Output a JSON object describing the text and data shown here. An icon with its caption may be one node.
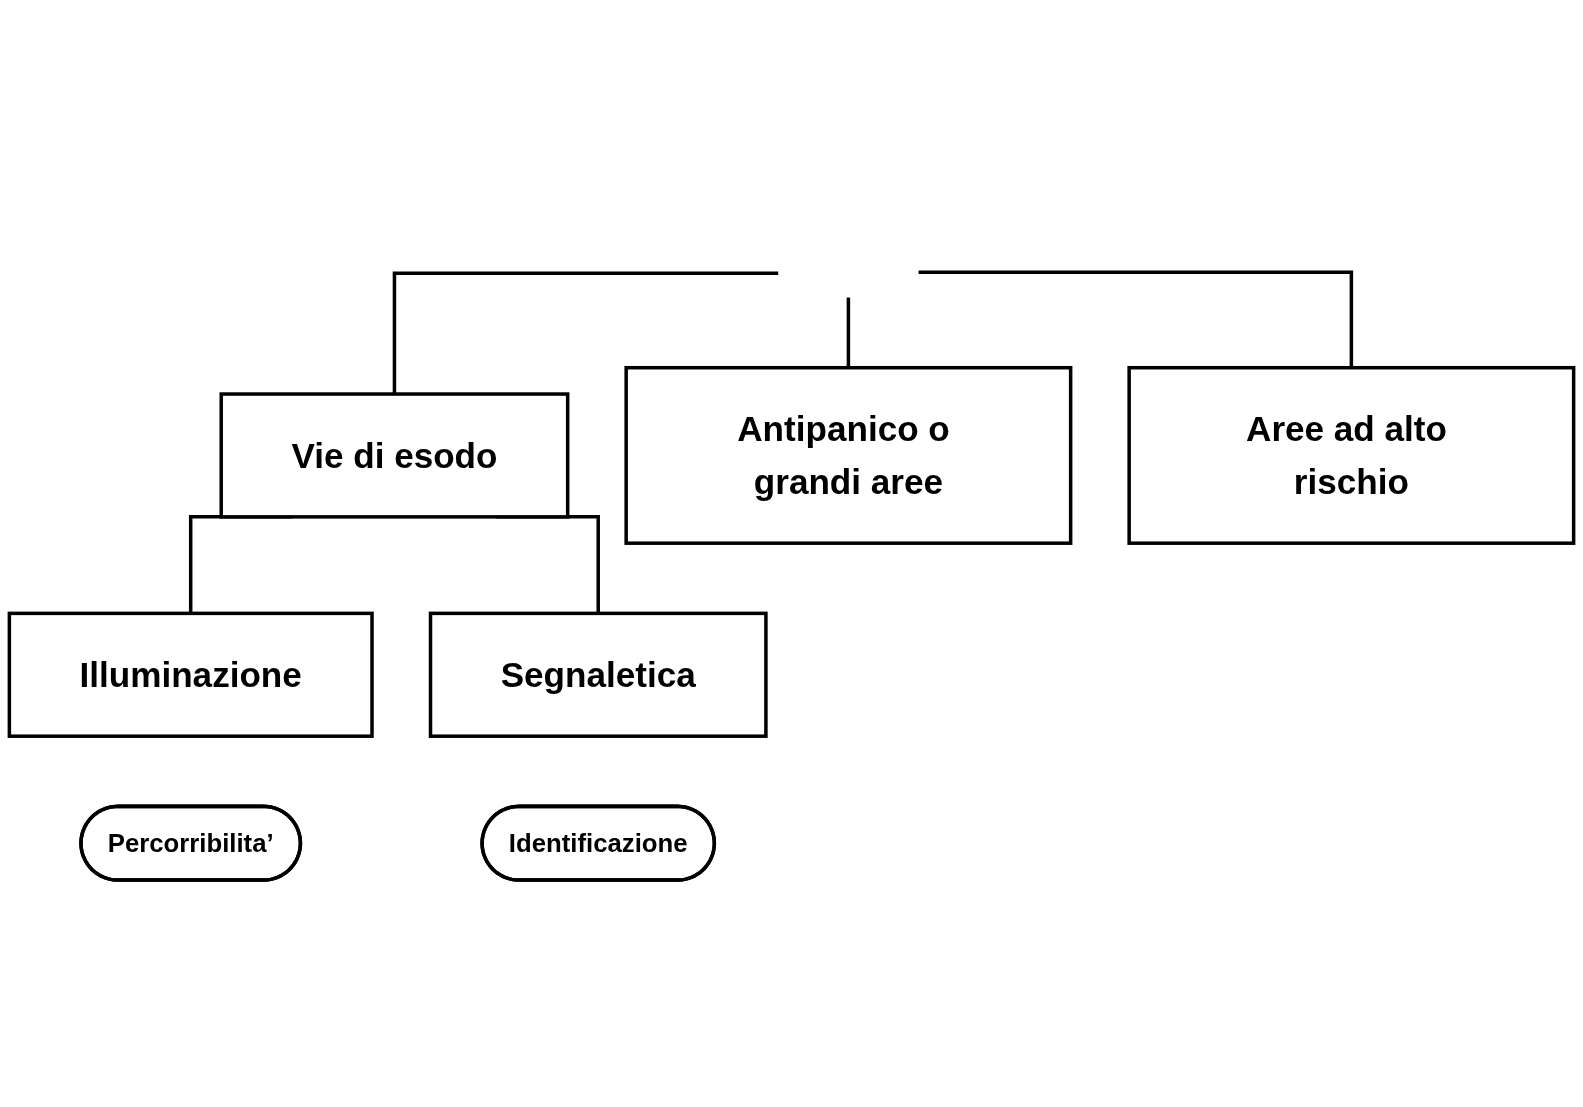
{
  "diagram": {
    "nodes": [
      {
        "text": [
          "Vie di esodo"
        ]
      },
      {
        "text": [
          "Antipanico o grandi aree"
        ]
      },
      {
        "text": [
          "Aree ad alto rischio"
        ]
      },
      {
        "text": [
          "Illuminazione"
        ]
      },
      {
        "text": [
          "Segnaletica"
        ]
      },
      {
        "text": [
          "Percorribilita’"
        ]
      },
      {
        "text": [
          "Identificazione"
        ]
      }
    ],
    "edges": [
      {
        "from": null,
        "to": 0,
        "arrow": "none"
      },
      {
        "from": null,
        "to": 1,
        "arrow": "none"
      },
      {
        "from": null,
        "to": 2,
        "arrow": "none"
      },
      {
        "from": 0,
        "to": 3,
        "arrow": "none"
      },
      {
        "from": 0,
        "to": 4,
        "arrow": "none"
      }
    ]
  }
}
